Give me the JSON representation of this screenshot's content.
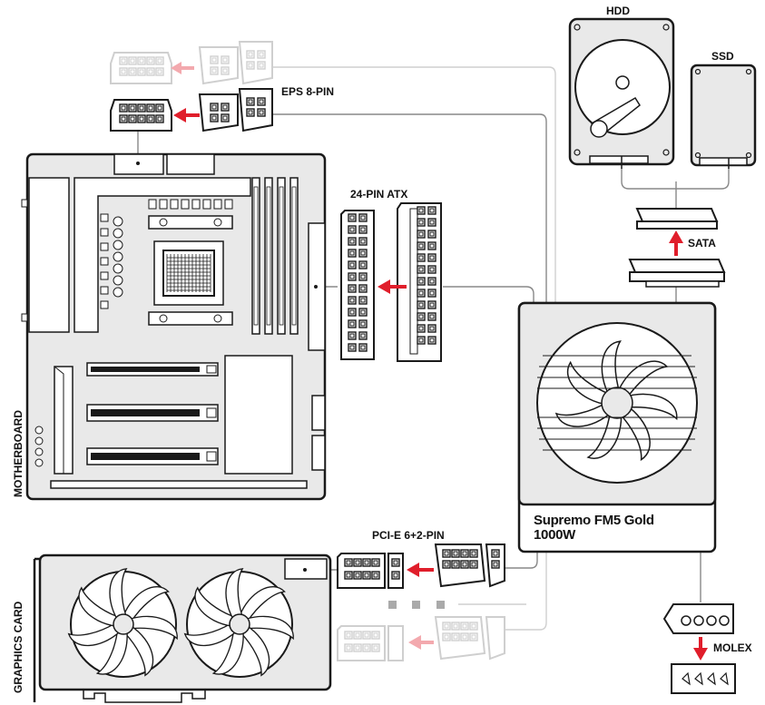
{
  "labels": {
    "hdd": "HDD",
    "ssd": "SSD",
    "eps": "EPS 8-PIN",
    "atx": "24-PIN ATX",
    "sata": "SATA",
    "pcie": "PCI-E 6+2-PIN",
    "molex": "MOLEX",
    "motherboard": "MOTHERBOARD",
    "graphics_card": "GRAPHICS CARD"
  },
  "psu": {
    "name_line1": "Supremo FM5 Gold",
    "name_line2": "1000W"
  },
  "colors": {
    "outline": "#1a1a1a",
    "component_fill": "#e9e9e9",
    "arrow": "#e01e2b",
    "arrow_faded": "#f3a9ae",
    "wire": "#888888",
    "faded": "#cfcfcf"
  }
}
